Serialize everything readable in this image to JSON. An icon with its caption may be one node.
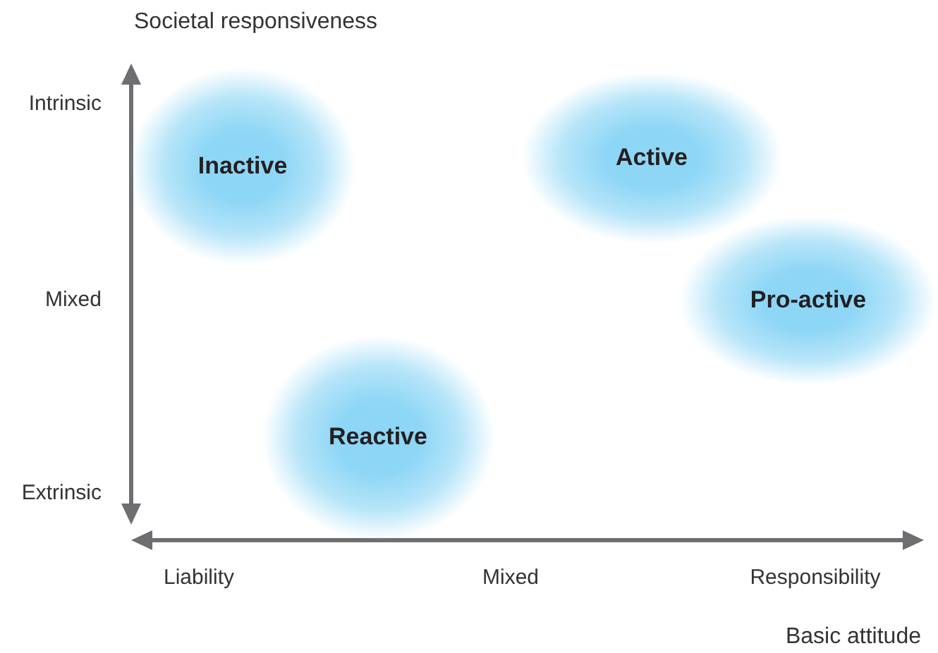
{
  "diagram": {
    "nodes": [
      {
        "text": [
          "Inactive"
        ]
      },
      {
        "text": [
          "Active"
        ]
      },
      {
        "text": [
          "Pro-active"
        ]
      },
      {
        "text": [
          "Reactive"
        ]
      }
    ],
    "labels": [
      "Societal responsiveness",
      "Intrinsic",
      "Mixed",
      "Extrinsic",
      "Liability",
      "Mixed",
      "Responsibility",
      "Basic attitude"
    ]
  }
}
